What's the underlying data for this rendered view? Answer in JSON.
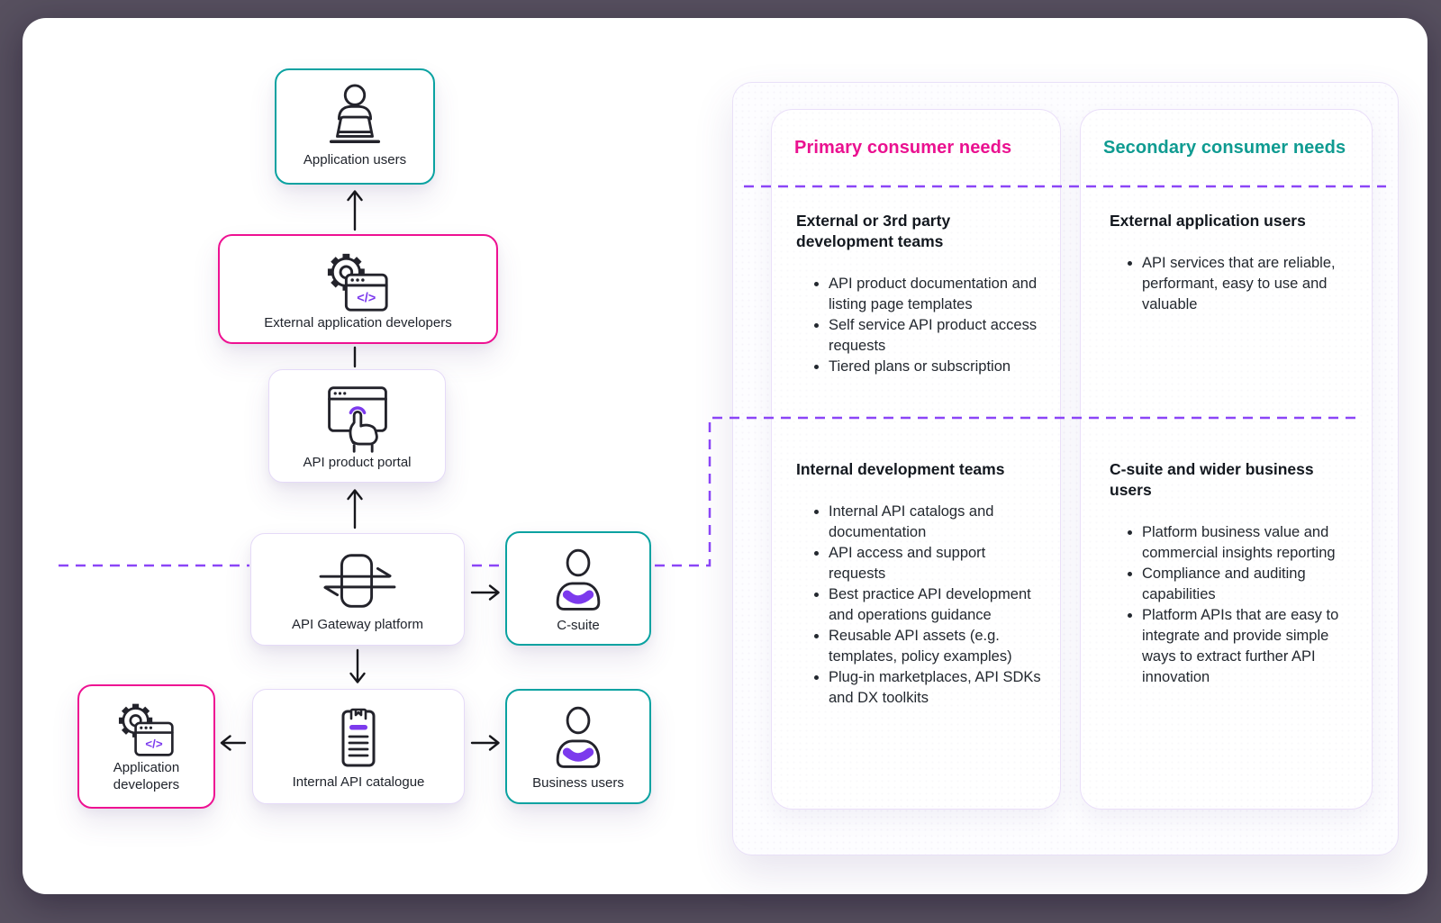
{
  "colors": {
    "background": "#57505F",
    "surface": "#FFFFFF",
    "teal_border": "#0AA2A1",
    "pink_border": "#EE1192",
    "lavender_border": "#E5DAF8",
    "purple_accent": "#7C3AED",
    "dash_purple": "#8B45F7",
    "primary_header": "#EA1190",
    "secondary_header": "#0F9B91",
    "text_dark": "#20242C"
  },
  "flowchart": {
    "nodes": [
      {
        "id": "application-users",
        "label": "Application users",
        "icon": "person-laptop-icon",
        "accent": "teal"
      },
      {
        "id": "external-application-developers",
        "label": "External application developers",
        "icon": "gear-code-window-icon",
        "accent": "pink"
      },
      {
        "id": "api-product-portal",
        "label": "API product portal",
        "icon": "browser-tap-icon",
        "accent": "lavender"
      },
      {
        "id": "api-gateway-platform",
        "label": "API Gateway platform",
        "icon": "gateway-transfer-icon",
        "accent": "lavender"
      },
      {
        "id": "c-suite",
        "label": "C-suite",
        "icon": "person-bust-icon",
        "accent": "teal"
      },
      {
        "id": "internal-api-catalogue",
        "label": "Internal API catalogue",
        "icon": "clipboard-list-icon",
        "accent": "lavender"
      },
      {
        "id": "application-developers",
        "label": "Application developers",
        "icon": "gear-code-window-icon",
        "accent": "pink"
      },
      {
        "id": "business-users",
        "label": "Business users",
        "icon": "person-bust-icon",
        "accent": "teal"
      }
    ]
  },
  "panel": {
    "columns": [
      {
        "header": "Primary consumer needs",
        "sections": [
          {
            "title": "External or 3rd party development teams",
            "bullets": [
              "API product documentation and listing page templates",
              "Self service API product access requests",
              "Tiered plans or subscription"
            ]
          },
          {
            "title": "Internal development teams",
            "bullets": [
              "Internal API catalogs and documentation",
              "API access and support requests",
              "Best practice API development and operations guidance",
              "Reusable API assets (e.g. templates, policy examples)",
              "Plug-in marketplaces, API SDKs and DX toolkits"
            ]
          }
        ]
      },
      {
        "header": "Secondary consumer needs",
        "sections": [
          {
            "title": "External application users",
            "bullets": [
              "API services that are reliable, performant, easy to use and valuable"
            ]
          },
          {
            "title": "C-suite and wider business users",
            "bullets": [
              "Platform business value and commercial insights reporting",
              "Compliance and auditing capabilities",
              "Platform APIs that are easy to integrate and provide simple ways to extract further API innovation"
            ]
          }
        ]
      }
    ]
  }
}
